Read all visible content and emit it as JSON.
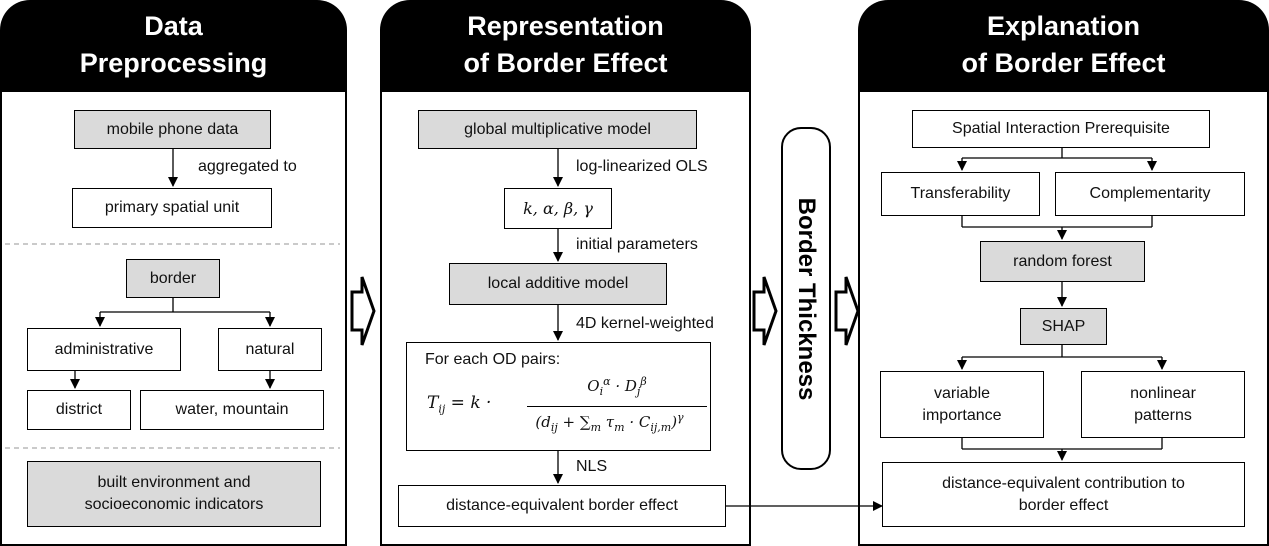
{
  "panels": {
    "preprocessing": {
      "title_line1": "Data",
      "title_line2": "Preprocessing"
    },
    "representation": {
      "title_line1": "Representation",
      "title_line2": "of Border Effect"
    },
    "explanation": {
      "title_line1": "Explanation",
      "title_line2": "of Border Effect"
    }
  },
  "preprocessing": {
    "mobile_phone_data": "mobile phone data",
    "aggregated_to": "aggregated to",
    "primary_spatial_unit": "primary spatial unit",
    "border": "border",
    "administrative": "administrative",
    "natural": "natural",
    "district": "district",
    "water_mountain": "water, mountain",
    "built_env_line1": "built environment and",
    "built_env_line2": "socioeconomic indicators"
  },
  "representation": {
    "global_model": "global multiplicative model",
    "log_linearized": "log-linearized OLS",
    "params": "k, α, β, γ",
    "initial_parameters": "initial parameters",
    "local_model": "local additive model",
    "kernel_weighted": "4D kernel-weighted",
    "formula_title": "For each OD pairs:",
    "nls": "NLS",
    "distance_equivalent": "distance-equivalent border effect"
  },
  "middle": {
    "border_thickness": "Border Thickness"
  },
  "explanation": {
    "prerequisite": "Spatial Interaction Prerequisite",
    "transferability": "Transferability",
    "complementarity": "Complementarity",
    "random_forest": "random forest",
    "shap": "SHAP",
    "variable_importance_line1": "variable",
    "variable_importance_line2": "importance",
    "nonlinear_line1": "nonlinear",
    "nonlinear_line2": "patterns",
    "contribution_line1": "distance-equivalent contribution to",
    "contribution_line2": "border effect"
  }
}
